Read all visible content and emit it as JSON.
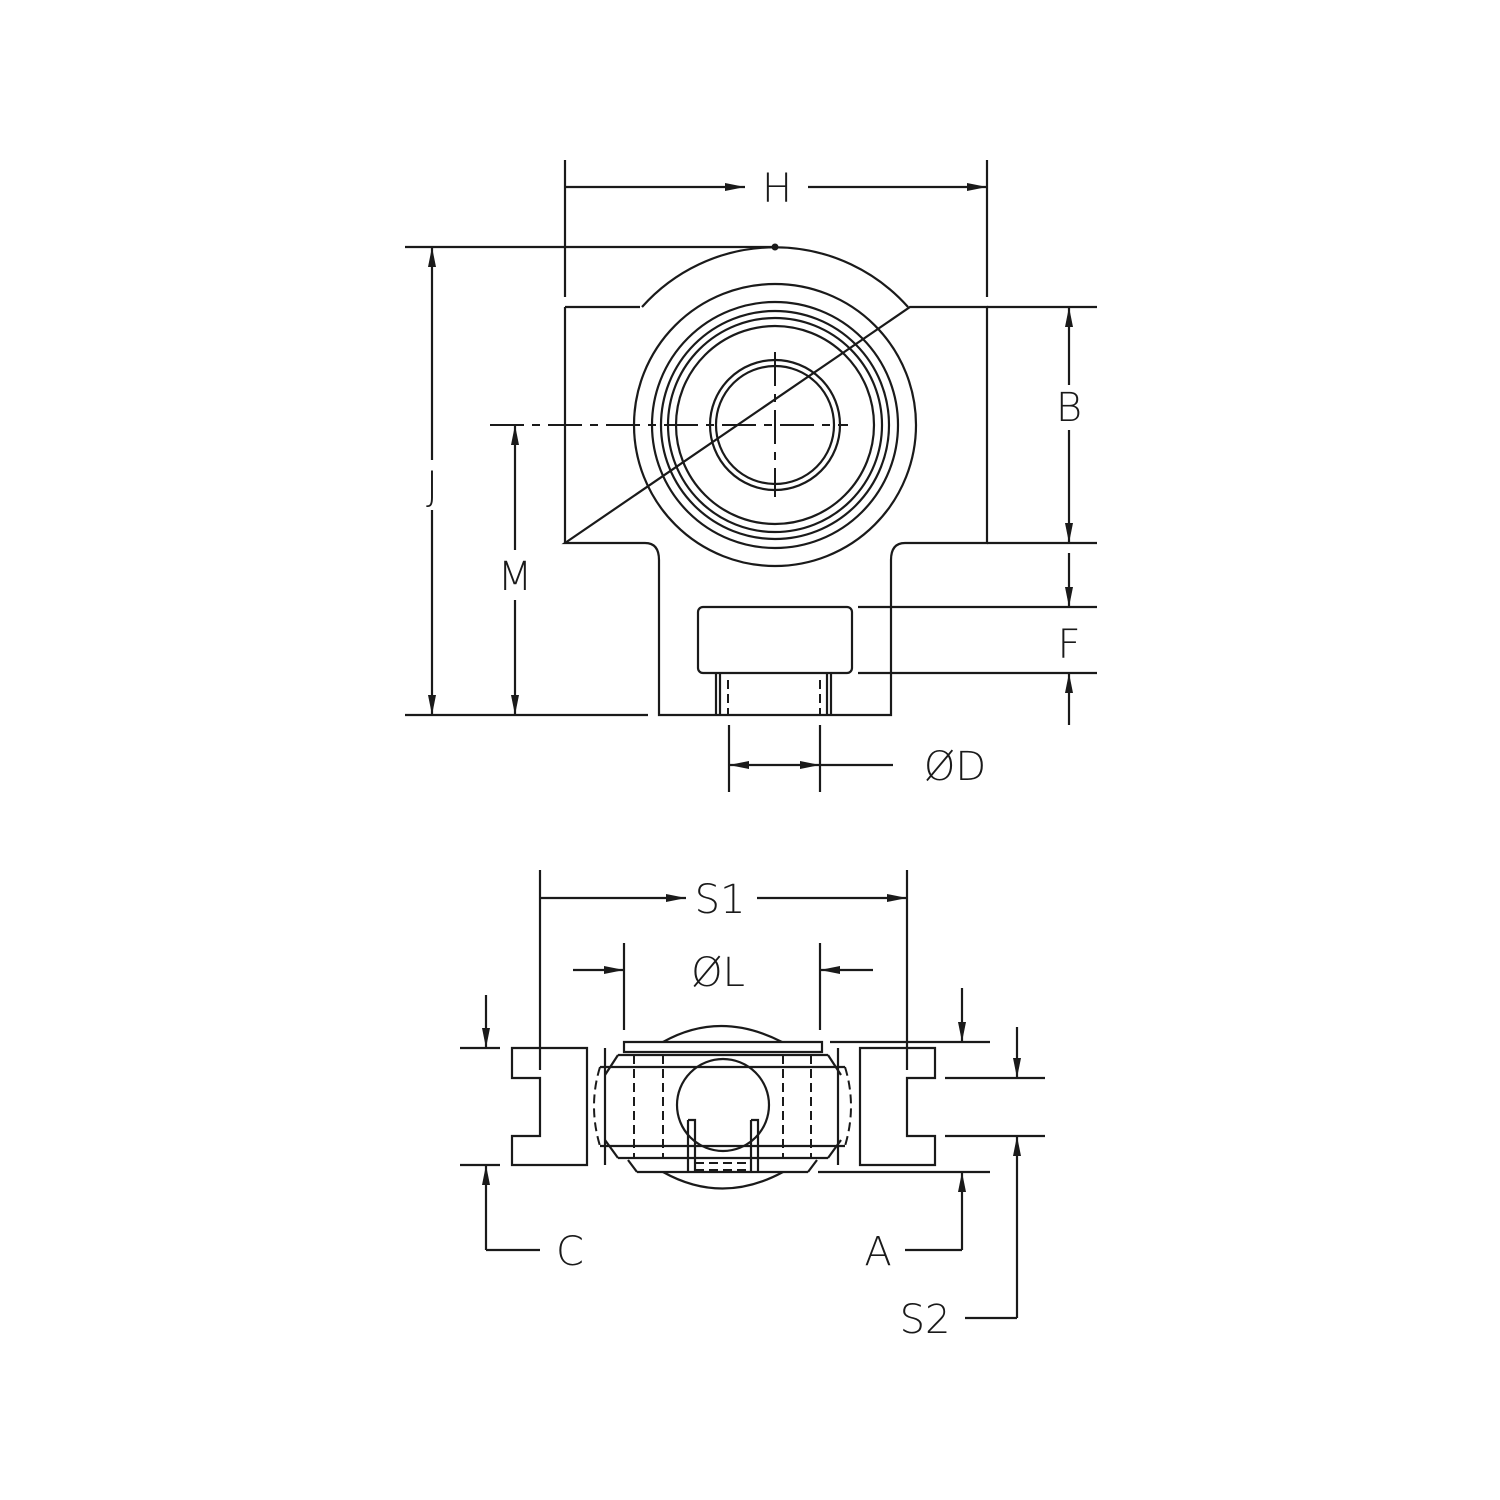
{
  "labels": {
    "H": "H",
    "J": "J",
    "M": "M",
    "B": "B",
    "F": "F",
    "D": "ØD",
    "S1": "S1",
    "L": "ØL",
    "C": "C",
    "A": "A",
    "S2": "S2"
  },
  "line_color": "#1a1a1a"
}
